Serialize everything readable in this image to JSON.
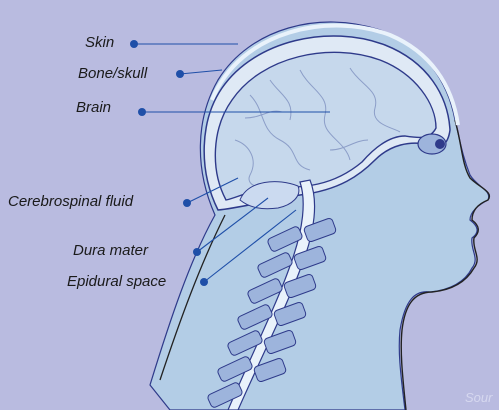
{
  "labels": {
    "skin": "Skin",
    "bone": "Bone/skull",
    "brain": "Brain",
    "csf": "Cerebrospinal fluid",
    "dura": "Dura mater",
    "epidural": "Epidural space"
  },
  "source": "Sour",
  "colors": {
    "background": "#b9bbe0",
    "tissue": "#b3cde6",
    "brain": "#c6d8ec",
    "outline": "#2e3a8a",
    "pointer": "#1f4fa8"
  }
}
